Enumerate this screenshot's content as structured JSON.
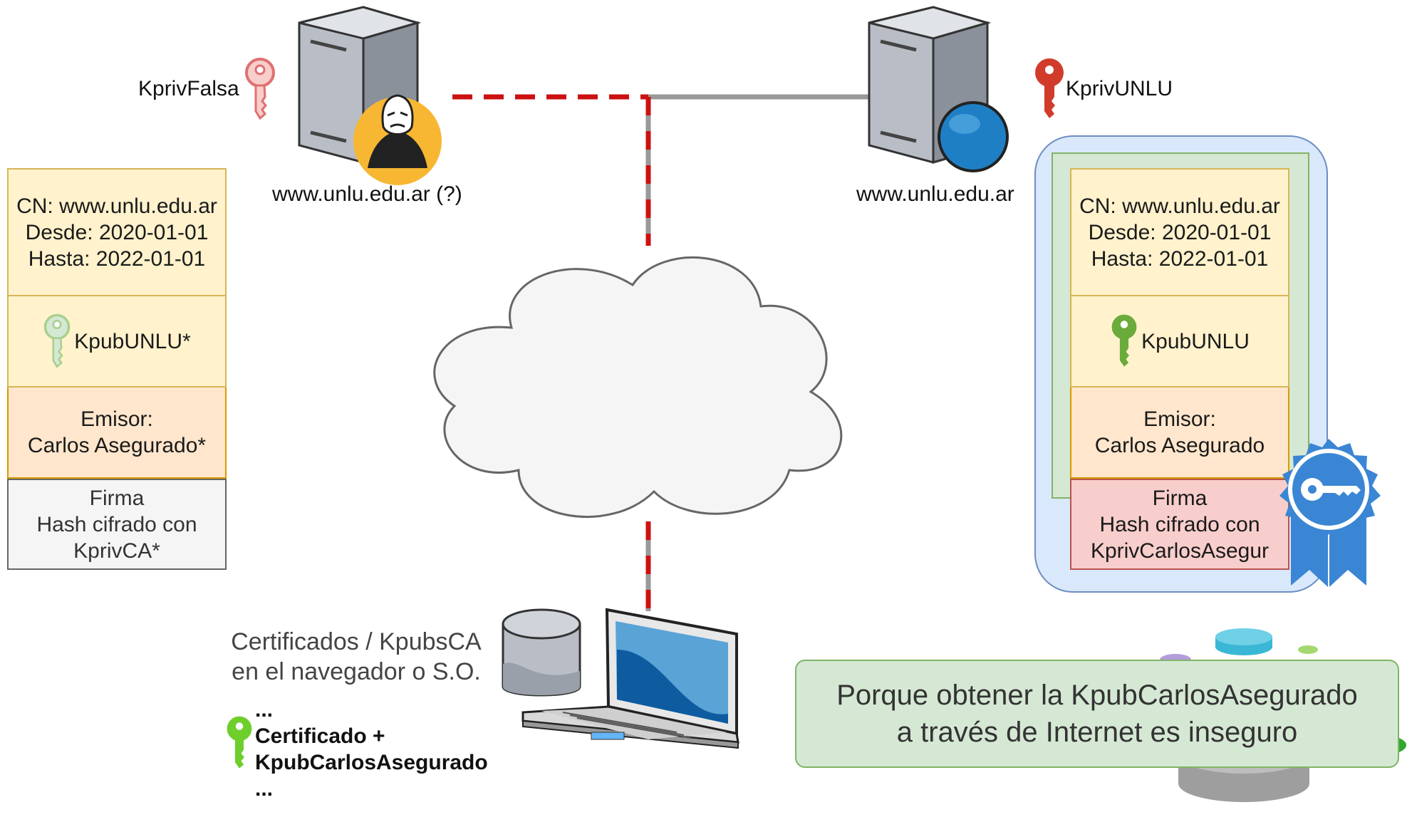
{
  "servers": {
    "fake": {
      "label": "www.unlu.edu.ar (?)",
      "key_label": "KprivFalsa"
    },
    "real": {
      "label": "www.unlu.edu.ar",
      "key_label": "KprivUNLU"
    }
  },
  "fake_cert": {
    "cn": "CN: www.unlu.edu.ar",
    "from": "Desde: 2020-01-01",
    "to": "Hasta: 2022-01-01",
    "pubkey": "KpubUNLU*",
    "issuer_line1": "Emisor:",
    "issuer_line2": "Carlos Asegurado*",
    "sig_line1": "Firma",
    "sig_line2": "Hash cifrado con",
    "sig_line3": "KprivCA*"
  },
  "real_cert": {
    "cn": "CN: www.unlu.edu.ar",
    "from": "Desde: 2020-01-01",
    "to": "Hasta: 2022-01-01",
    "pubkey": "KpubUNLU",
    "issuer_line1": "Emisor:",
    "issuer_line2": "Carlos Asegurado",
    "sig_line1": "Firma",
    "sig_line2": "Hash cifrado con",
    "sig_line3": "KprivCarlosAsegur"
  },
  "client": {
    "store_line1": "Certificados / KpubsCA",
    "store_line2": "en el navegador o S.O.",
    "list_dots_top": "...",
    "list_item_line1": "Certificado +",
    "list_item_line2": "KpubCarlosAsegurado",
    "list_dots_bottom": "..."
  },
  "note": {
    "line1": "Porque obtener la KpubCarlosAsegurado",
    "line2": "a través de Internet es inseguro"
  },
  "colors": {
    "fake_key": "#e07070",
    "real_key": "#d13b2a",
    "fake_pub_key": "#a8d08d",
    "pub_key": "#6aab3c",
    "dashed_red": "#cc1111",
    "line_gray": "#999999",
    "hacker_badge": "#f7b733",
    "globe": "#1f7fc4",
    "seal": "#3a86d4"
  }
}
